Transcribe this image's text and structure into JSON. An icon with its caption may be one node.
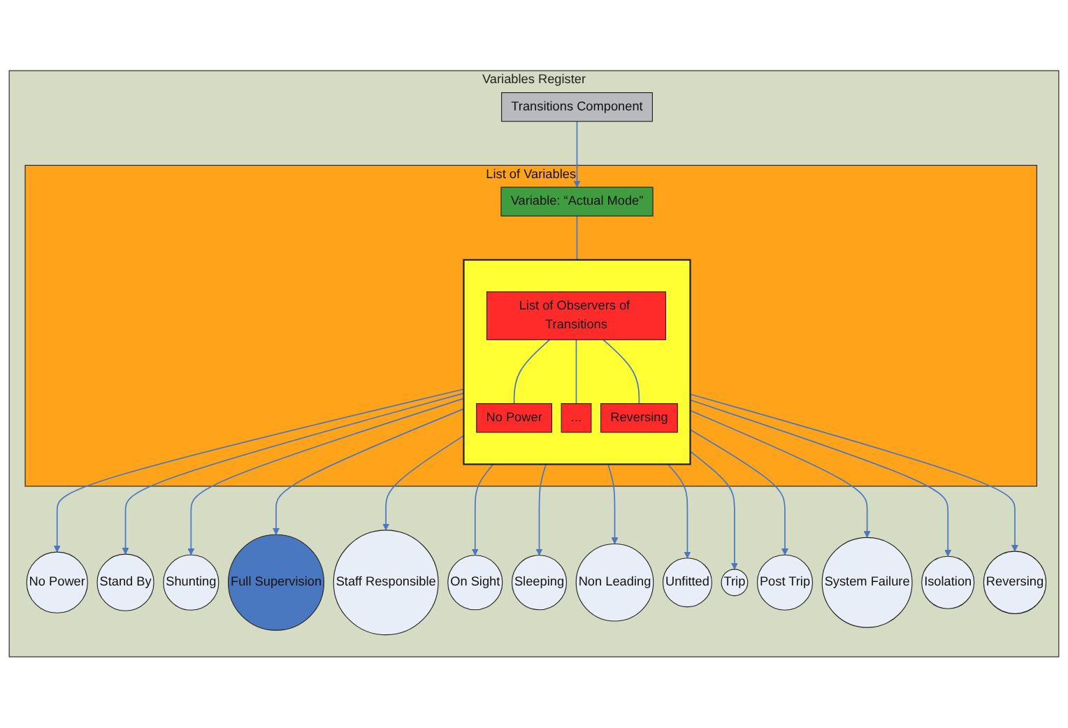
{
  "diagram": {
    "nodes": [
      {
        "text": [
          "Variables Register"
        ]
      },
      {
        "text": [
          "Transitions Component"
        ],
        "in": 0
      },
      {
        "text": [
          "List of Variables"
        ],
        "in": 0
      },
      {
        "text": [
          "Variable: “Actual Mode”"
        ],
        "in": 2
      },
      {
        "text": [],
        "shape": "box",
        "in": 2
      },
      {
        "text": [
          "List of Observers of Transitions"
        ],
        "in": 4
      },
      {
        "text": [
          "No Power"
        ],
        "in": 4
      },
      {
        "text": [
          "..."
        ],
        "in": 4
      },
      {
        "text": [
          "Reversing"
        ],
        "in": 4
      },
      {
        "text": [
          "No Power"
        ],
        "in": 0
      },
      {
        "text": [
          "Stand By"
        ],
        "in": 0
      },
      {
        "text": [
          "Shunting"
        ],
        "in": 0
      },
      {
        "text": [
          "Full Supervision"
        ],
        "in": 0
      },
      {
        "text": [
          "Staff Responsible"
        ],
        "in": 0
      },
      {
        "text": [
          "On Sight"
        ],
        "in": 0
      },
      {
        "text": [
          "Sleeping"
        ],
        "in": 0
      },
      {
        "text": [
          "Non Leading"
        ],
        "in": 0
      },
      {
        "text": [
          "Unfitted"
        ],
        "in": 0
      },
      {
        "text": [
          "Trip"
        ],
        "in": 0
      },
      {
        "text": [
          "Post Trip"
        ],
        "in": 0
      },
      {
        "text": [
          "System Failure"
        ],
        "in": 0
      },
      {
        "text": [
          "Isolation"
        ],
        "in": 0
      },
      {
        "text": [
          "Reversing"
        ],
        "in": 0
      }
    ],
    "edges": [
      {
        "from": 1,
        "to": 3,
        "arrow": "to"
      },
      {
        "from": 3,
        "to": 4,
        "arrow": "none"
      },
      {
        "from": 5,
        "to": 6,
        "arrow": "none"
      },
      {
        "from": 5,
        "to": 7,
        "arrow": "none"
      },
      {
        "from": 5,
        "to": 8,
        "arrow": "none"
      },
      {
        "from": 4,
        "to": 9,
        "arrow": "to"
      },
      {
        "from": 4,
        "to": 10,
        "arrow": "to"
      },
      {
        "from": 4,
        "to": 11,
        "arrow": "to"
      },
      {
        "from": 4,
        "to": 12,
        "arrow": "to"
      },
      {
        "from": 4,
        "to": 13,
        "arrow": "to"
      },
      {
        "from": 4,
        "to": 14,
        "arrow": "to"
      },
      {
        "from": 4,
        "to": 15,
        "arrow": "to"
      },
      {
        "from": 4,
        "to": 16,
        "arrow": "to"
      },
      {
        "from": 4,
        "to": 17,
        "arrow": "to"
      },
      {
        "from": 4,
        "to": 18,
        "arrow": "to"
      },
      {
        "from": 4,
        "to": 19,
        "arrow": "to"
      },
      {
        "from": 4,
        "to": 20,
        "arrow": "to"
      },
      {
        "from": 4,
        "to": 21,
        "arrow": "to"
      },
      {
        "from": 4,
        "to": 22,
        "arrow": "to"
      }
    ]
  }
}
